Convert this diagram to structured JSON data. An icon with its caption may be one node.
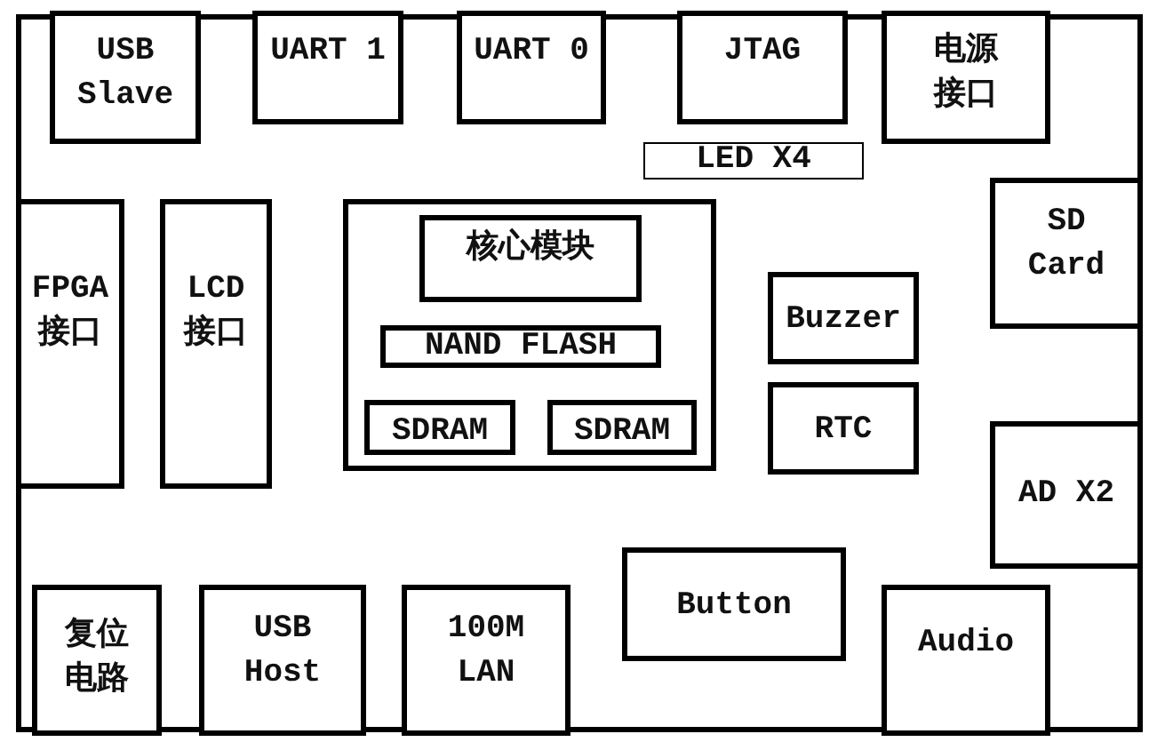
{
  "diagram": {
    "nodes": [
      {
        "text": [],
        "shape": "box"
      },
      {
        "text": [
          "USB Slave"
        ],
        "in": 0
      },
      {
        "text": [
          "UART 1"
        ],
        "in": 0
      },
      {
        "text": [
          "UART 0"
        ],
        "in": 0
      },
      {
        "text": [
          "JTAG"
        ],
        "in": 0
      },
      {
        "text": [
          "电源接口"
        ],
        "in": 0
      },
      {
        "text": [
          "LED X4"
        ],
        "in": 0
      },
      {
        "text": [
          "FPGA 接口"
        ],
        "in": 0
      },
      {
        "text": [
          "LCD 接口"
        ],
        "in": 0
      },
      {
        "text": [],
        "shape": "box",
        "in": 0
      },
      {
        "text": [
          "核心模块"
        ],
        "in": 9
      },
      {
        "text": [
          "NAND FLASH"
        ],
        "in": 9
      },
      {
        "text": [
          "SDRAM"
        ],
        "in": 9
      },
      {
        "text": [
          "SDRAM"
        ],
        "in": 9
      },
      {
        "text": [
          "Buzzer"
        ],
        "in": 0
      },
      {
        "text": [
          "RTC"
        ],
        "in": 0
      },
      {
        "text": [
          "SD Card"
        ],
        "in": 0
      },
      {
        "text": [
          "AD X2"
        ],
        "in": 0
      },
      {
        "text": [
          "复位电路"
        ],
        "in": 0
      },
      {
        "text": [
          "USB Host"
        ],
        "in": 0
      },
      {
        "text": [
          "100M LAN"
        ],
        "in": 0
      },
      {
        "text": [
          "Button"
        ],
        "in": 0
      },
      {
        "text": [
          "Audio"
        ],
        "in": 0
      }
    ]
  }
}
